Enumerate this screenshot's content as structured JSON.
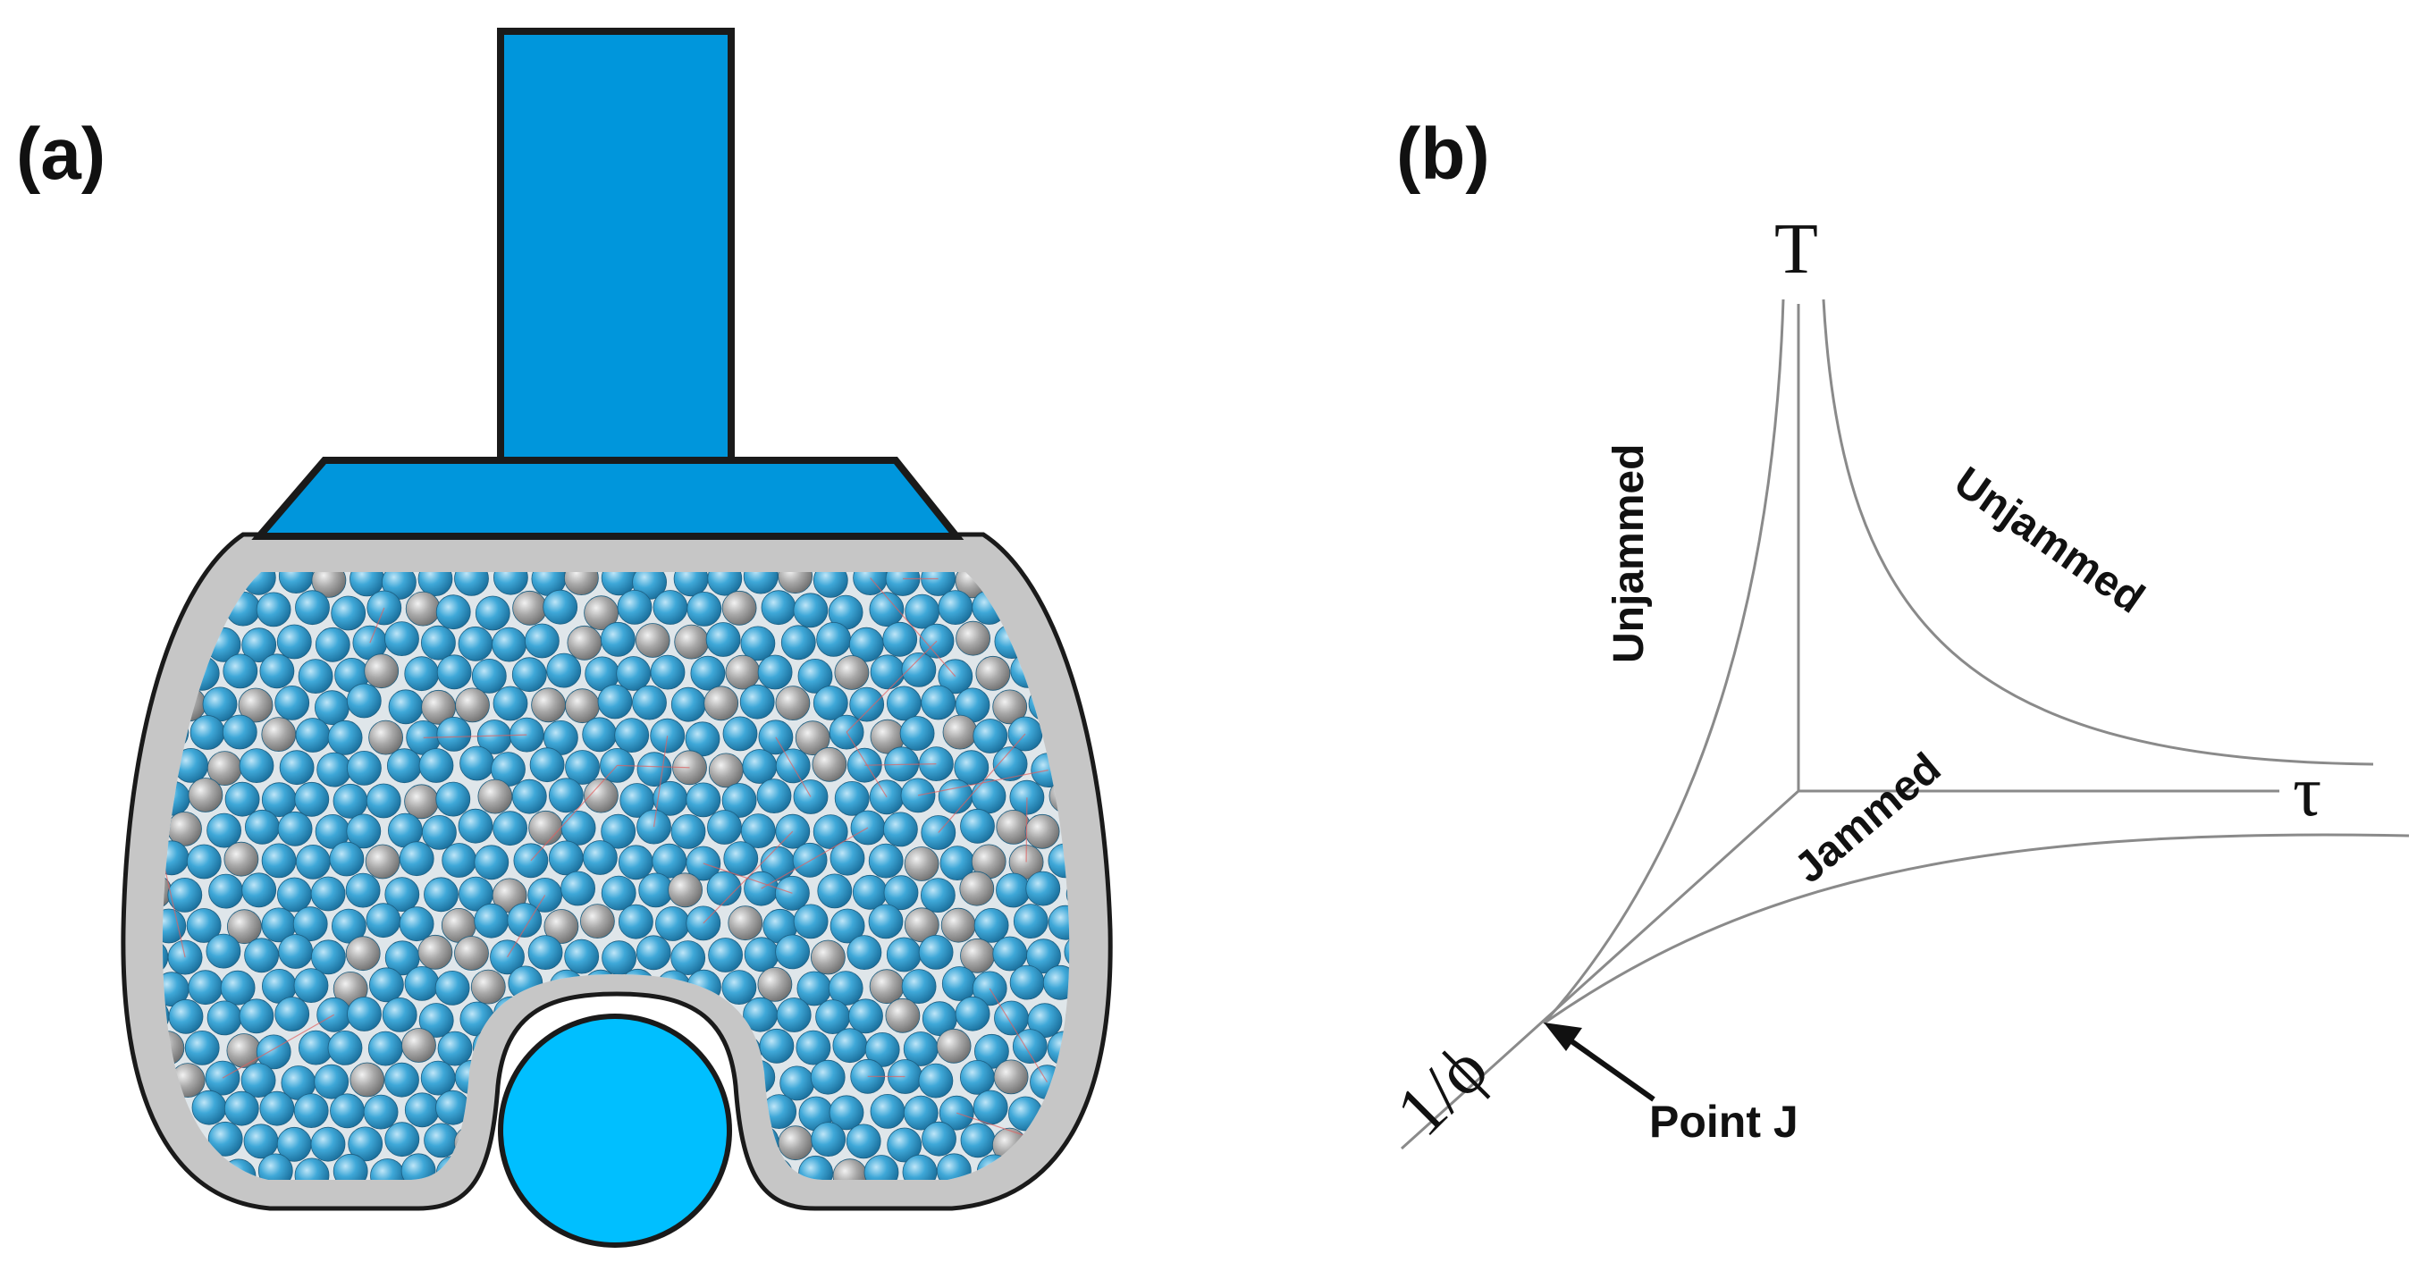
{
  "panel_a": {
    "label": "(a)",
    "colors": {
      "gripper": "#0096dc",
      "cylinder": "#00bfff",
      "membrane": "#c6c6c6",
      "blue_grain": "#3fa8d8",
      "gray_grain": "#a8a8a8",
      "force_chain": "#e06060",
      "outline": "#111111"
    }
  },
  "panel_b": {
    "label": "(b)",
    "axis_T": "T",
    "axis_tau": "τ",
    "axis_phi": "1/ϕ",
    "region_unjammed_left": "Unjammed",
    "region_unjammed_right": "Unjammed",
    "region_jammed": "Jammed",
    "annotation_point_j": "Point J",
    "colors": {
      "curve": "#8a8a8a",
      "text": "#111111"
    }
  }
}
